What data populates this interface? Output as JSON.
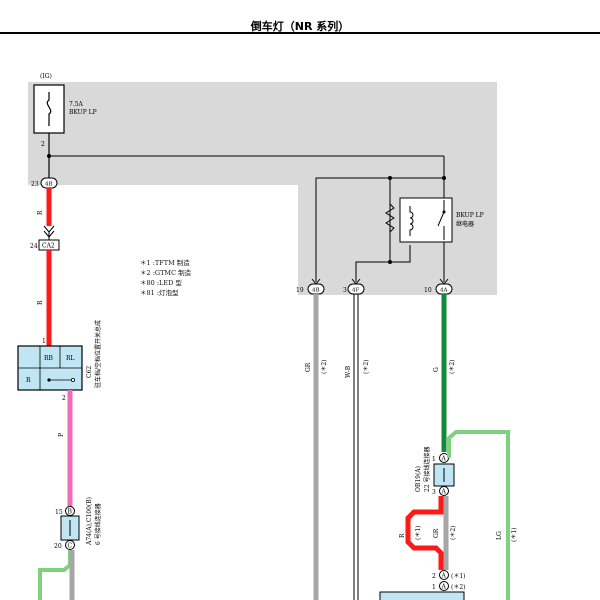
{
  "title": "倒车灯（NR 系列）",
  "fuse": {
    "source": "(IG)",
    "rating": "7.5A",
    "name": "BKUP LP",
    "pin": "2"
  },
  "relay": {
    "name_line1": "BKUP LP",
    "name_line2": "继电器"
  },
  "notes": [
    "＊1 :TFTM 制造",
    "＊2 :GTMC 制造",
    "＊80 :LED 型",
    "＊81 :灯泡型"
  ],
  "connectors": {
    "c4b_23": {
      "pin": "23",
      "label": "4B"
    },
    "ca2_24": {
      "pin": "24",
      "label": "CA2"
    },
    "c4b_19": {
      "pin": "19",
      "label": "4B"
    },
    "c4f_3": {
      "pin": "3",
      "label": "4F"
    },
    "c4a_10": {
      "pin": "10",
      "label": "4A"
    },
    "a74_15": {
      "pin": "15",
      "label": "B"
    },
    "a74_20": {
      "pin": "20",
      "label": "C"
    },
    "ob19_1": {
      "pin": "1",
      "label": "A"
    },
    "ob19_3": {
      "pin": "3",
      "label": "A"
    },
    "lower_2": {
      "pin": "2",
      "label": "A",
      "note": "(＊1)"
    },
    "lower_1": {
      "pin": "1",
      "label": "A",
      "note": "(＊2)"
    }
  },
  "switch": {
    "pin_top": "1",
    "pin_bottom": "2",
    "cell_rb": "RB",
    "cell_rl": "RL",
    "cell_r": "R",
    "code": "C62",
    "name": "驻车档/空档位置开关总成"
  },
  "junction_a74": {
    "code": "A74(A),C100(B)",
    "name": "6 号接线连接器"
  },
  "junction_ob19": {
    "code": "OB19(A)",
    "name": "22 号接线连接器"
  },
  "wires": {
    "red_upper": "R",
    "red_mid": "R",
    "pink": "P",
    "gr": {
      "color": "GR",
      "note": "(＊2)"
    },
    "wb": {
      "color": "W-B",
      "note": "(＊2)"
    },
    "g": {
      "color": "G",
      "note": "(＊2)"
    },
    "r_lower": {
      "color": "R",
      "note": "(＊1)"
    },
    "gr_lower": {
      "color": "GR",
      "note": "(＊2)"
    },
    "lg": {
      "color": "LG",
      "note": "(＊1)"
    }
  },
  "colors": {
    "panel": "#d9d9d9",
    "red": "#ff1a1a",
    "pink": "#ee6db8",
    "gray": "#a6a6a6",
    "green": "#138a3a",
    "light_green": "#7fd07f",
    "cyan": "#bfe6f2"
  }
}
